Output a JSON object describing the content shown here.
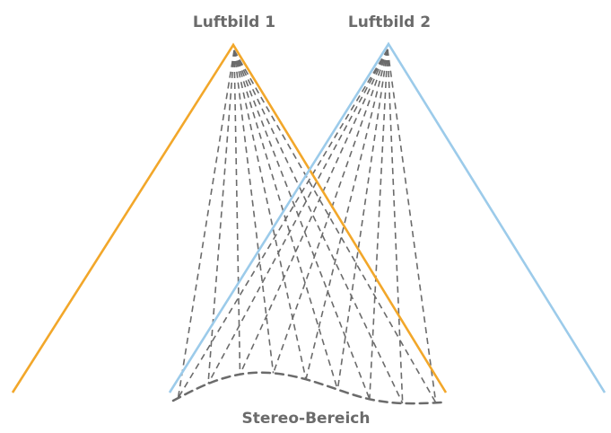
{
  "diagram": {
    "photo_1_label": "Luftbild 1",
    "photo_2_label": "Luftbild 2",
    "stereo_area_label": "Stereo-Bereich"
  },
  "colors": {
    "cone_1": "#F2A72A",
    "cone_2": "#9CCBEA",
    "rays": "#6b6b6b",
    "text": "#6b6b6b"
  }
}
